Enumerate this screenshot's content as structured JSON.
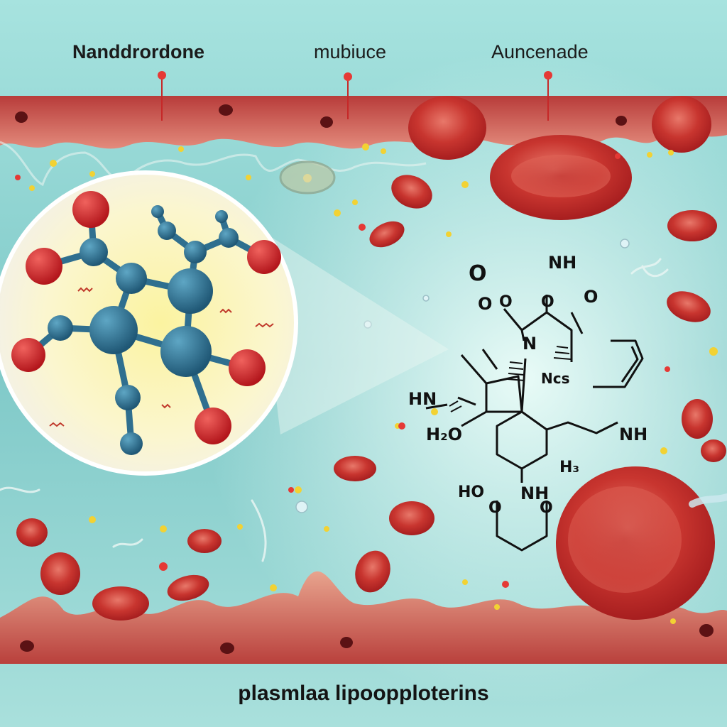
{
  "labels": {
    "top_left": "Nanddrordone",
    "top_middle": "mubiuce",
    "top_right": "Auncenade",
    "bottom": "plasmlaa lipoopploterins"
  },
  "structure_labels": {
    "o1": "O",
    "o2": "O",
    "o3": "O",
    "o4": "O",
    "o5": "O",
    "nh_top": "NH",
    "n_center": "N",
    "ncs": "Ncs",
    "hn_left": "HN",
    "h2o": "H₂O",
    "nh_right": "NH",
    "h3": "H₃",
    "ho": "HO",
    "nh_bottom": "NH",
    "o_ring": "O",
    "o_ring2": "O"
  },
  "colors": {
    "plasma": "#7ccfcb",
    "vessel_wall": "#c94a46",
    "red_cell": "#c7302c",
    "atom_carbon": "#2f6f8f",
    "atom_oxygen": "#d3262b",
    "zoom_bg": "#fbf6c8"
  }
}
